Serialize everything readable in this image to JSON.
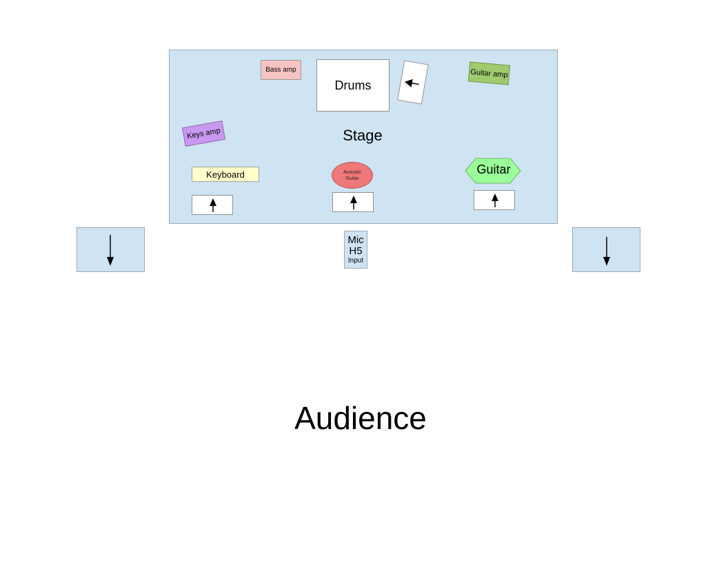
{
  "stage": {
    "label": "Stage"
  },
  "instruments": {
    "drums": "Drums",
    "bass_amp": "Bass amp",
    "keys_amp": "Keys amp",
    "guitar_amp": "Guitar amp",
    "keyboard": "Keyboard",
    "acoustic_guitar": [
      "Acoustic",
      "Guitar"
    ],
    "guitar": "Guitar"
  },
  "mic_input": {
    "line1": "Mic",
    "line2": "H5",
    "line3": "Input"
  },
  "audience": {
    "label": "Audience"
  },
  "colors": {
    "stage": "#cfe4f2",
    "bass_amp": "#f8c3c3",
    "keys_amp": "#c999f2",
    "guitar_amp": "#9fcb6f",
    "keyboard": "#ffffcc",
    "acoustic_guitar": "#f07878",
    "guitar": "#99ff99"
  }
}
